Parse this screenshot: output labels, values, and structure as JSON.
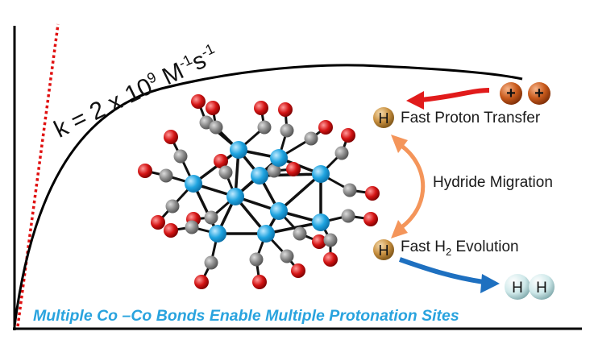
{
  "rate": {
    "prefix": "k = 2 x 10",
    "exp10": "9",
    "unit_m": " M",
    "exp_m": "-1",
    "unit_s": "s",
    "exp_s": "-1"
  },
  "labels": {
    "fast_proton": "Fast Proton Transfer",
    "hydride": "Hydride Migration",
    "fast_h2_pre": "Fast H",
    "fast_h2_sub": "2",
    "fast_h2_post": " Evolution"
  },
  "symbols": {
    "hydrogen": "H",
    "proton": "+"
  },
  "caption": "Multiple Co –Co Bonds Enable Multiple Protonation Sites",
  "colors": {
    "cobalt": "#1fa4e0",
    "carbon": "#8a8a8a",
    "oxygen": "#cc1111",
    "proton_ball": "#c85a1c",
    "h_ball": "#c89040",
    "h2_ball": "#cfe9ea",
    "migration_arrow": "#f4955a",
    "red_arrow": "#e11b1b",
    "blue_arrow": "#1e70c0",
    "caption": "#29a3de",
    "dotted_line": "#e01010"
  }
}
